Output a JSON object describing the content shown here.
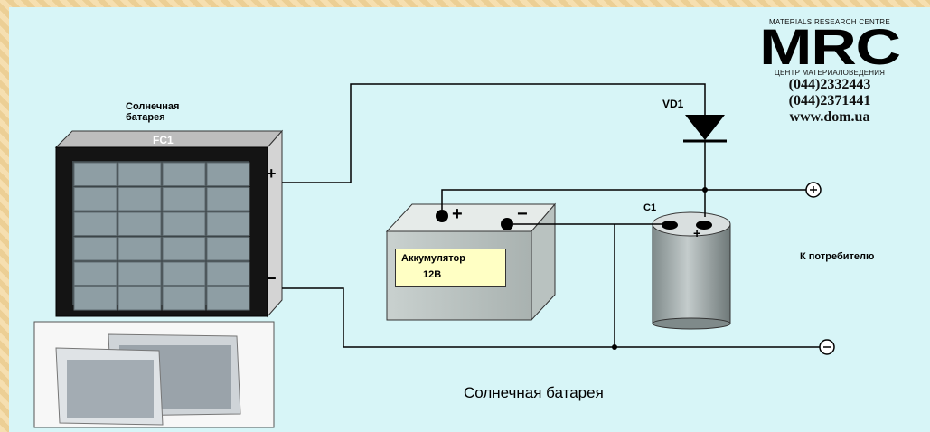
{
  "logo": {
    "top_line": "MATERIALS RESEARCH CENTRE",
    "wordmark": "MRC",
    "subtitle": "ЦЕНТР  МАТЕРИАЛОВЕДЕНИЯ",
    "phone1": "(044)2332443",
    "phone2": "(044)2371441",
    "website": "www.dom.ua"
  },
  "labels": {
    "solar_title_line1": "Солнечная",
    "solar_title_line2": "батарея",
    "panel_id": "FC1",
    "diode_id": "VD1",
    "capacitor_id": "C1",
    "accumulator_name": "Аккумулятор",
    "accumulator_voltage": "12В",
    "consumer": "К потребителю",
    "caption": "Солнечная батарея",
    "plus": "+",
    "minus": "−"
  },
  "colors": {
    "background": "#d7f5f7",
    "frame": "#f2d9a8",
    "panel_frame": "#1a1a1a",
    "panel_cell": "#8e9ea4",
    "panel_side": "#d0d0d0",
    "accumulator_body": "#cfd6d4",
    "accumulator_label": "#ffffc4",
    "capacitor_body": "#a9b3b3",
    "wire": "#000000"
  }
}
